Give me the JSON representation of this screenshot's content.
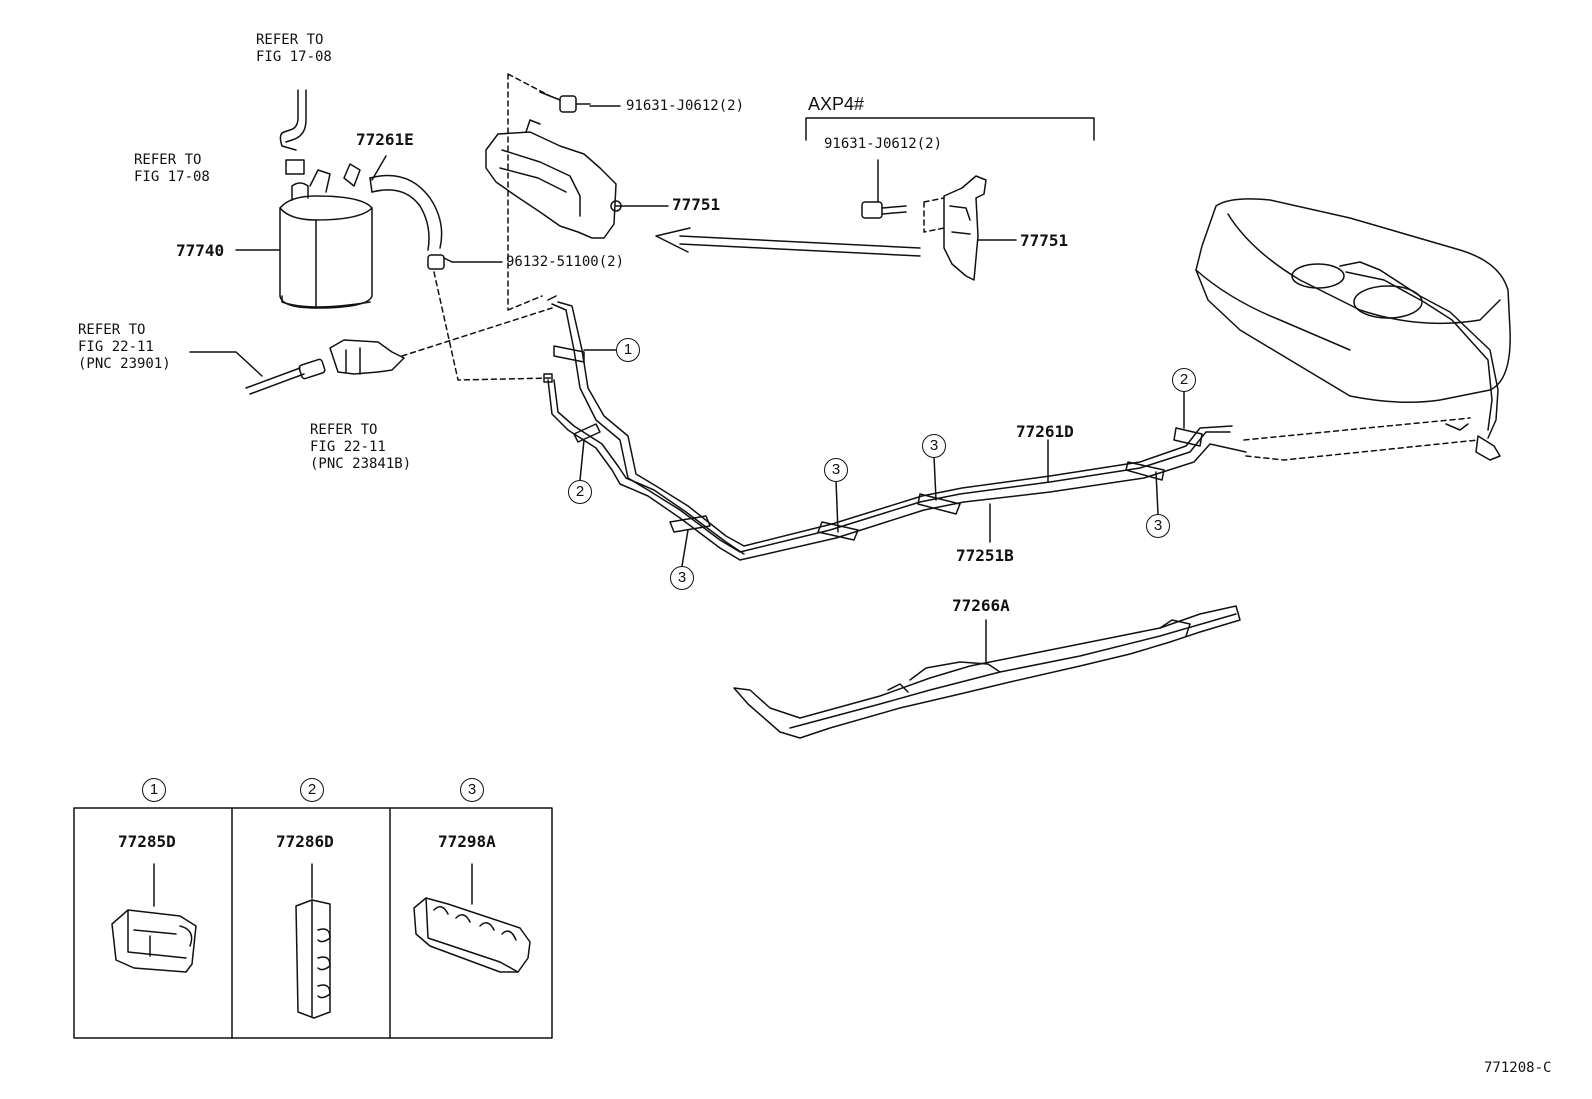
{
  "labels": {
    "refer_17_08_top": "REFER TO\nFIG 17-08",
    "refer_17_08_left": "REFER TO\nFIG 17-08",
    "refer_22_11_left": "REFER TO\nFIG 22-11\n(PNC 23901)",
    "refer_22_11_bottom": "REFER TO\nFIG 22-11\n(PNC 23841B)",
    "pn_77261E": "77261E",
    "pn_77740": "77740",
    "pn_96132": "96132-51100(2)",
    "pn_91631_top": "91631-J0612(2)",
    "pn_77751_mid": "77751",
    "axp4": "AXP4#",
    "pn_91631_axp": "91631-J0612(2)",
    "pn_77751_right": "77751",
    "pn_77261D": "77261D",
    "pn_77251B": "77251B",
    "pn_77266A": "77266A",
    "pn_77285D": "77285D",
    "pn_77286D": "77286D",
    "pn_77298A": "77298A",
    "figure_id": "771208-C"
  },
  "callouts": {
    "c1": "1",
    "c2": "2",
    "c3": "3"
  }
}
